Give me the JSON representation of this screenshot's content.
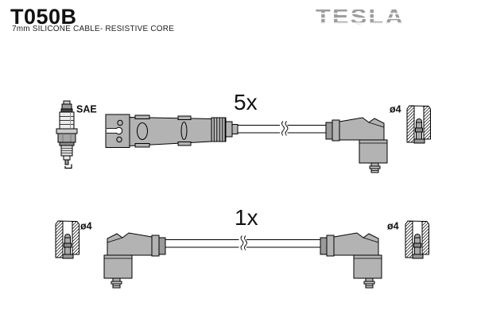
{
  "header": {
    "part_number": "T050B",
    "subtitle": "7mm SILICONE CABLE- RESISTIVE CORE",
    "brand_logo": "TESLA"
  },
  "labels": {
    "spark_plug": "SAE",
    "qty_top": "5x",
    "qty_bottom": "1x",
    "dia_top_right": "ø4",
    "dia_bottom_left": "ø4",
    "dia_bottom_right": "ø4"
  },
  "colors": {
    "background": "#ffffff",
    "outline": "#000000",
    "connector_fill": "#b3b3b3",
    "connector_shade": "#9a9a9a",
    "logo_gray": "#9d9d9d",
    "text": "#111111"
  }
}
